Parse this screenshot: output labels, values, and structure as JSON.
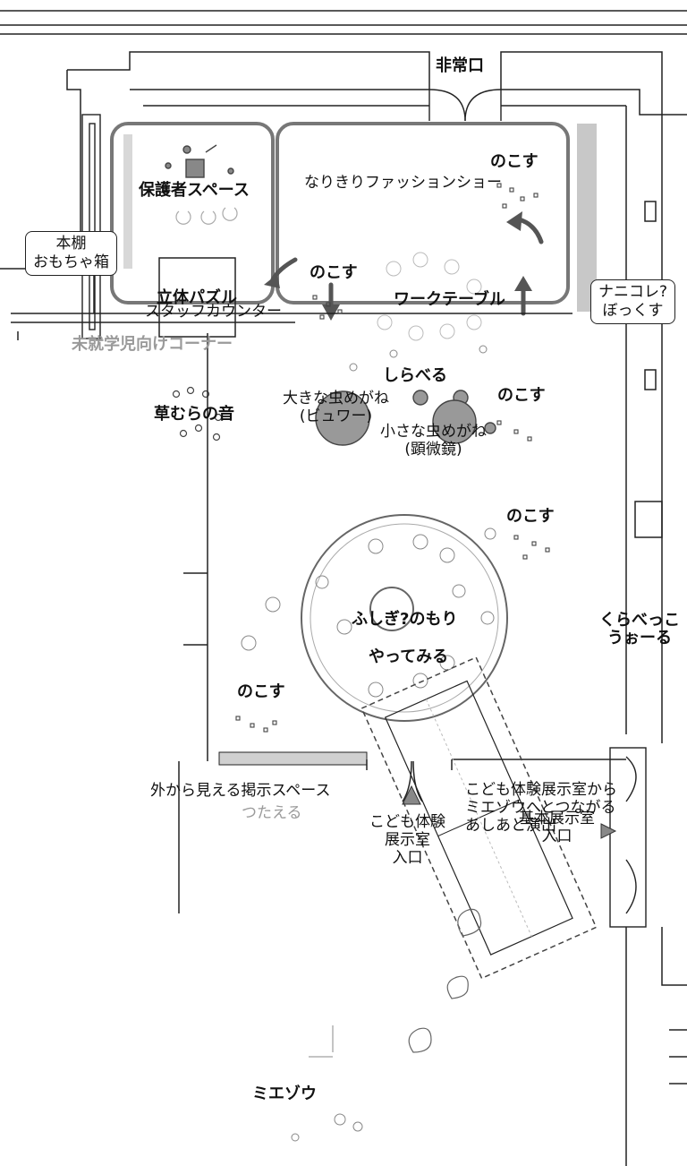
{
  "labels": {
    "emergency_exit": "非常口",
    "guardian_space": "保護者スペース",
    "bookshelf": "本棚\nおもちゃ箱",
    "puzzle": "立体パズル",
    "preschool_corner": "未就学児向けコーナー",
    "grass_sound": "草むらの音",
    "staff_counter": "スタッフカウンター",
    "fashion_show": "なりきりファッションショー",
    "nokosu": "のこす",
    "work_table": "ワークテーブル",
    "nanikore": "ナニコレ?\nぼっくす",
    "shiraberu": "しらべる",
    "big_magnifier": "大きな虫めがね\n(ビュワー)",
    "small_magnifier": "小さな虫めがね\n(顕微鏡)",
    "mystery_forest": "ふしぎ?のもり",
    "yattemiru": "やってみる",
    "kurabekko": "くらべっこ\nうぉーる",
    "outside_board": "外から見える掲示スペース",
    "tsutaeru": "つたえる",
    "kids_entrance": "こども体験\n展示室\n入口",
    "footprints": "こども体験展示室から\nミエゾウへとつながる\nあしあと演出",
    "main_entrance": "基本展示室\n入口",
    "miezou": "ミエゾウ"
  }
}
